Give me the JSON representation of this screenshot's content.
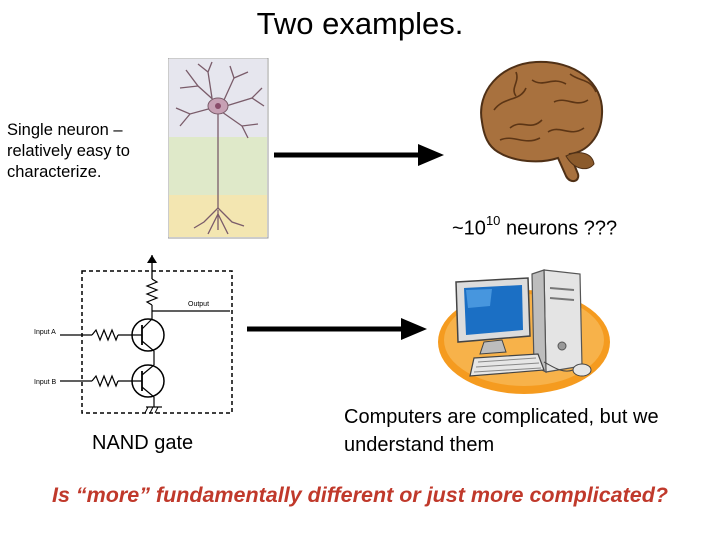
{
  "title": "Two examples.",
  "neuron_caption": "Single neuron – relatively easy to characterize.",
  "neurons_count": {
    "prefix": "~10",
    "exponent": "10",
    "suffix": " neurons  ???"
  },
  "circuit": {
    "output_label": "Output",
    "input_a_label": "Input A",
    "input_b_label": "Input B"
  },
  "nand_label": "NAND gate",
  "computer_caption": "Computers are complicated, but we understand them",
  "bottom_question": "Is “more” fundamentally different or just more complicated?",
  "colors": {
    "question": "#c0392b",
    "neuron_panel_top": "#e8e8ee",
    "neuron_panel_mid": "#dde8c8",
    "neuron_panel_bottom": "#f3e6b0"
  }
}
